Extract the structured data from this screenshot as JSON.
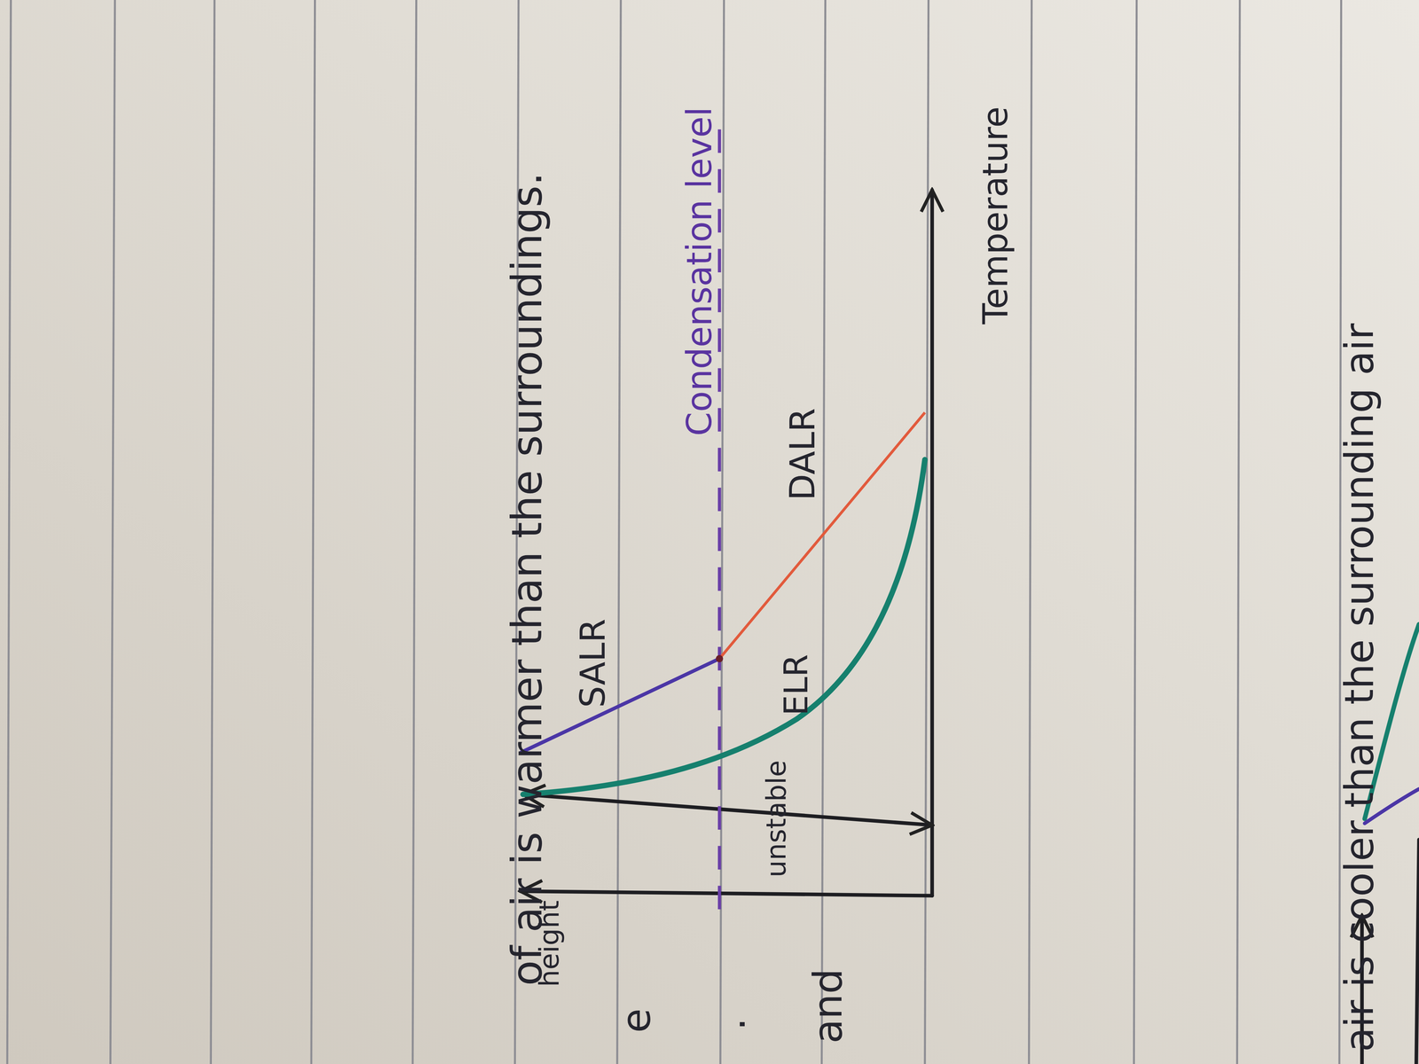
{
  "diagram": {
    "labels": [
      "of air is warmer than the surroundings.",
      "height",
      "SALR",
      "ELR",
      "DALR",
      "unstable",
      "Condensation level",
      "Temperature",
      "air is cooler than the surrounding air",
      "e",
      ".",
      "and"
    ]
  }
}
